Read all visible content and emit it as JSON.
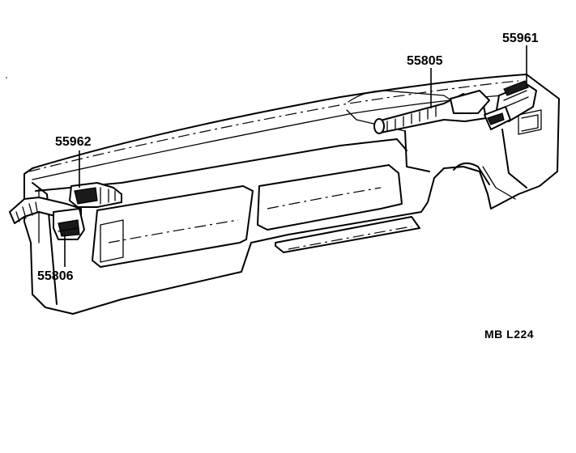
{
  "diagram": {
    "callouts": {
      "c55961": "55961",
      "c55805": "55805",
      "c55962": "55962",
      "c55806": "55806"
    },
    "reference_code": "MB L224"
  }
}
